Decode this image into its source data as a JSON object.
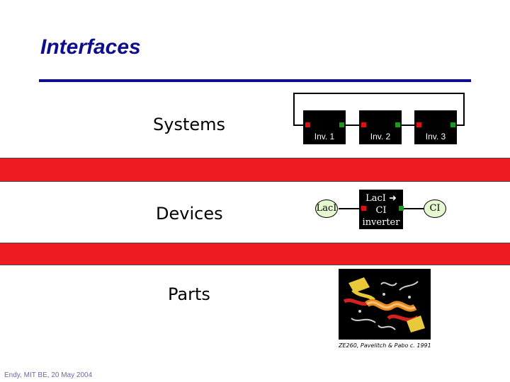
{
  "title": "Interfaces",
  "layers": {
    "systems": "Systems",
    "devices": "Devices",
    "parts": "Parts"
  },
  "inverters": [
    "Inv. 1",
    "Inv. 2",
    "Inv. 3"
  ],
  "device": {
    "input_protein": "LacI",
    "box_line1": "LacI",
    "box_line2": "CI",
    "box_line3": "inverter",
    "output_protein": "CI"
  },
  "image_caption": "ZE260, Pavelitch & Pabo c. 1991",
  "footer": "Endy, MIT BE, 20 May 2004",
  "colors": {
    "title": "#0e0e8c",
    "band": "#ef1b23",
    "port_input": "#e01010",
    "port_output": "#1a9a1a",
    "protein_fill": "#e5f8cf"
  }
}
